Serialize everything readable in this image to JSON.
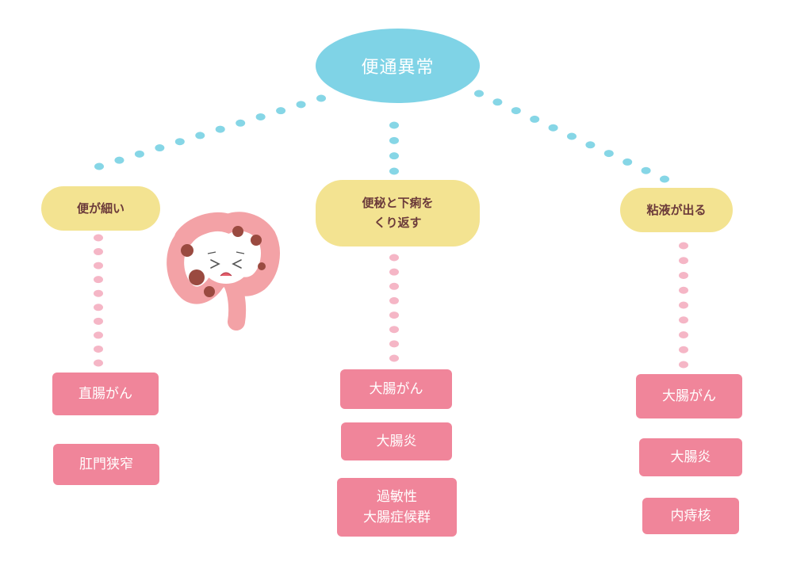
{
  "colors": {
    "root_fill": "#7fd3e6",
    "root_dots": "#86d6e6",
    "symptom_fill": "#f3e391",
    "symptom_text": "#6b3a3a",
    "disease_fill": "#f0859a",
    "disease_dots": "#f5b6c6",
    "illustration_body": "#f3a2a6",
    "illustration_dark": "#9a4a40"
  },
  "root": {
    "label": "便通異常"
  },
  "branches": [
    {
      "symptom": "便が細い",
      "diseases": [
        "直腸がん",
        "肛門狭窄"
      ]
    },
    {
      "symptom_lines": [
        "便秘と下痢を",
        "くり返す"
      ],
      "diseases": [
        "大腸がん",
        "大腸炎"
      ],
      "multiline_disease": [
        "過敏性",
        "大腸症候群"
      ]
    },
    {
      "symptom": "粘液が出る",
      "diseases": [
        "大腸がん",
        "大腸炎",
        "内痔核"
      ]
    }
  ],
  "illustration": {
    "icon": "sad-intestine-icon"
  }
}
